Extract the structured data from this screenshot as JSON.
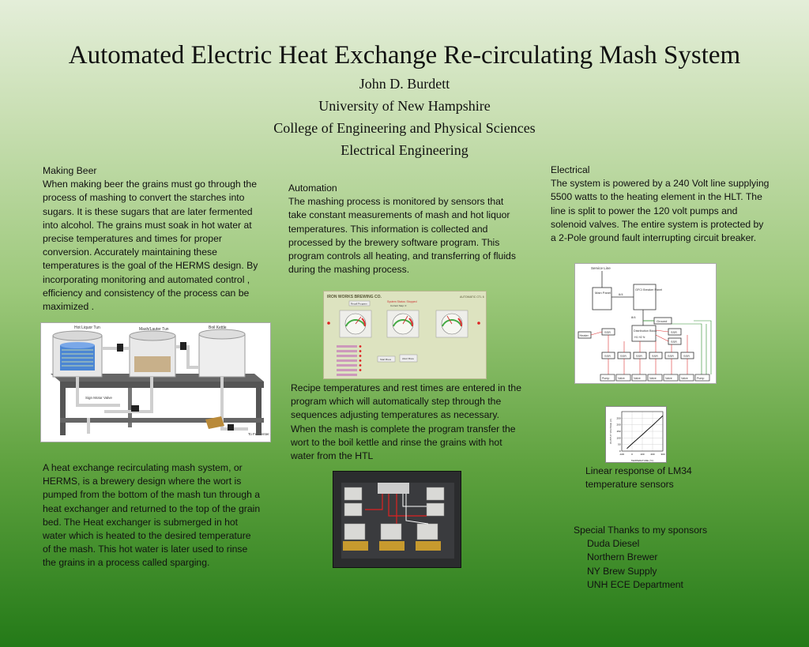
{
  "header": {
    "title": "Automated Electric Heat Exchange Re-circulating Mash System",
    "author": "John D. Burdett",
    "university": "University of New Hampshire",
    "college": "College of Engineering and Physical Sciences",
    "department": "Electrical Engineering"
  },
  "making_beer": {
    "heading": "Making Beer",
    "body": "When making beer the grains must go through the process of mashing to convert the starches into sugars. It is these sugars that are later fermented into alcohol.  The grains must soak in hot water at precise temperatures and times for proper conversion. Accurately maintaining these temperatures is the goal of the HERMS design. By incorporating monitoring and automated control , efficiency and consistency of the process can be maximized ."
  },
  "herms_diagram": {
    "labels": {
      "hlt": "Hot Liquor Tun",
      "mash": "Mash/Lauter Tun",
      "boil": "Boil Kettle",
      "valve": "Sign Motor Valve",
      "ferment": "To Fermenter"
    }
  },
  "herms": {
    "body": "A heat exchange recirculating mash system, or HERMS, is a brewery design where the wort is pumped from the bottom of the mash tun through a heat exchanger and returned to the top of the grain bed. The Heat exchanger is submerged in hot water which is heated to the desired temperature of the mash. This hot water is later used to rinse the grains in a process called sparging."
  },
  "automation": {
    "heading": "Automation",
    "body": "The mashing process is monitored by sensors that take constant measurements of mash and hot liquor temperatures. This information is collected and processed by the brewery software program. This program controls all heating, and transferring of fluids during the mashing process."
  },
  "software": {
    "brand": "IRON WORKS BREWING CO.",
    "mode": "AUTOMATIC CTL 6",
    "button_left": "Recall Program",
    "status": "System Status: Stopped",
    "step": "Current Step: 0",
    "start_btn": "Start Brew",
    "stop_btn": "Abort Brew"
  },
  "recipe": {
    "body": "Recipe temperatures and rest times are entered in the program which will automatically step through the sequences adjusting temperatures as necessary.   When the mash is complete the program transfer the wort to the boil kettle and rinse the grains with hot water from the HTL"
  },
  "electrical": {
    "heading": "Electrical",
    "body": "The system is powered by a 240 Volt line supplying 5500 watts to the heating element in the HLT. The line is split to power the 120 volt pumps and solenoid valves. The entire system is protected by a 2-Pole ground fault interrupting circuit breaker."
  },
  "wiring": {
    "service": "Service Line",
    "main": "Main Panel",
    "gfci": "GFCI Breaker Panel",
    "ground": "Ground",
    "dist": "Distribution Block",
    "dist_sub": "H1 H2 N",
    "heater": "Heater",
    "ssr": "SSR",
    "pump": "Pump",
    "valve": "Valve",
    "w1": "6/4",
    "w2": "8/4"
  },
  "chart_data": {
    "type": "line",
    "title": "",
    "xlabel": "TEMPERATURE (°C)",
    "ylabel": "OUTPUT VOLTAGE (V)",
    "x_ticks": [
      "-100",
      "0",
      "100",
      "200",
      "300"
    ],
    "y_ticks": [
      "0",
      "50",
      "100",
      "150",
      "200",
      "250"
    ],
    "xlim": [
      -100,
      300
    ],
    "ylim": [
      0,
      300
    ],
    "series": [
      {
        "values_x": [
          -50,
          0,
          50,
          100,
          150,
          200,
          250,
          300
        ],
        "values_y": [
          20,
          55,
          90,
          125,
          160,
          195,
          232,
          268
        ]
      }
    ]
  },
  "sensor": {
    "caption": "Linear response of LM34 temperature sensors"
  },
  "thanks": {
    "heading": "Special Thanks to my sponsors",
    "sponsors": [
      "Duda Diesel",
      "Northern Brewer",
      "NY Brew Supply",
      "UNH ECE Department"
    ]
  },
  "colors": {
    "bg_top": "#e4eed9",
    "bg_bottom": "#247a18",
    "wire_red": "#d33",
    "wire_green": "#2a8a2a"
  }
}
